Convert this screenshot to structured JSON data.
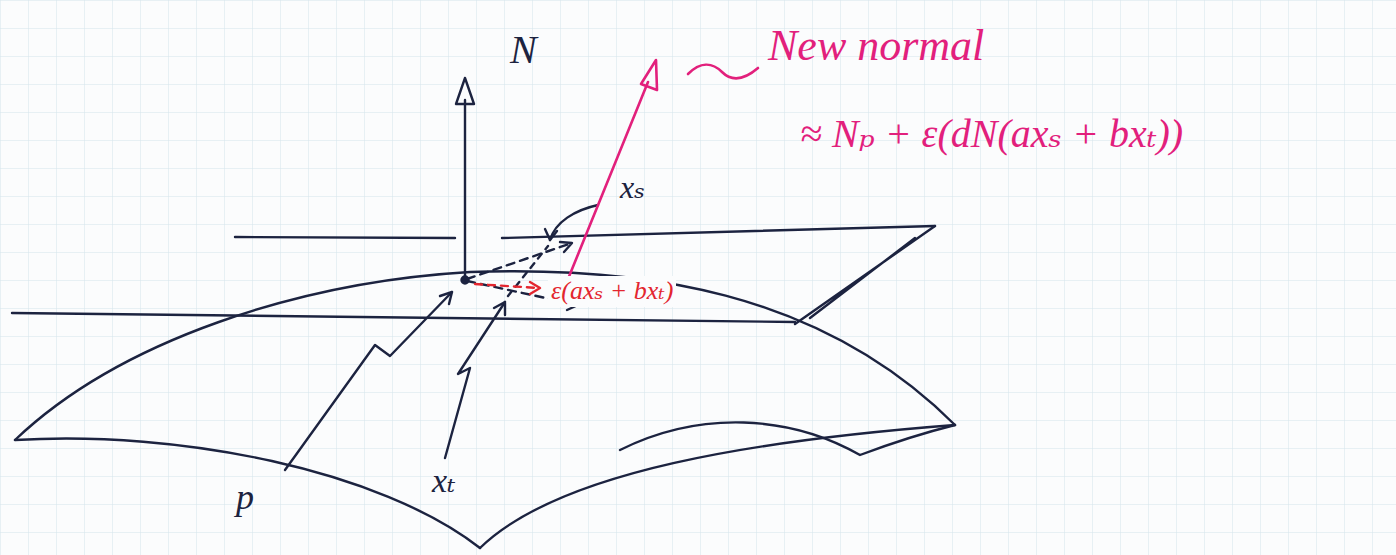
{
  "diagram": {
    "labels": [
      "N",
      "New normal",
      "≈ Nₚ + ε(dN(axₛ + bxₜ))",
      "xₛ",
      "ε(axₛ + bxₜ)",
      "p",
      "xₜ"
    ]
  }
}
